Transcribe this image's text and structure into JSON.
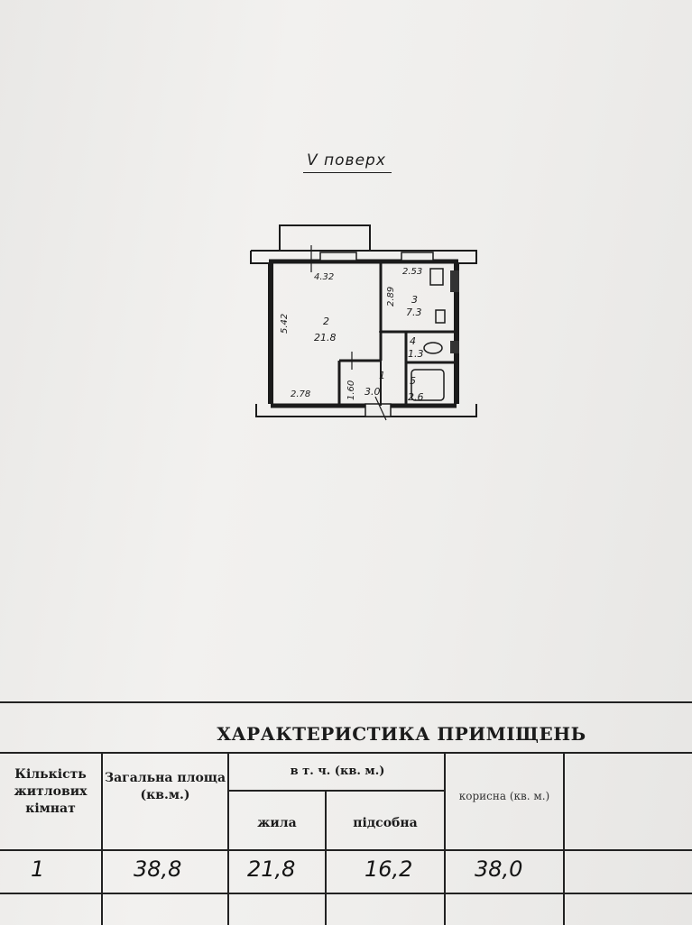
{
  "floor_label": "V поверх",
  "plan": {
    "rooms": [
      {
        "number": "2",
        "area": "21.8"
      },
      {
        "number": "3",
        "area": "7.3"
      },
      {
        "number": "4",
        "area": "1.3"
      },
      {
        "number": "5",
        "area": "2.6"
      },
      {
        "number": "1",
        "area": "3.0"
      }
    ],
    "dimensions": [
      "4.32",
      "5.42",
      "2.78",
      "2.53",
      "2.89",
      "1.60"
    ]
  },
  "table": {
    "title": "ХАРАКТЕРИСТИКА ПРИМІЩЕНЬ",
    "headers": {
      "rooms_count": "Кількість житлових кімнат",
      "total_area": "Загальна площа (кв.м.)",
      "including": "в т. ч. (кв. м.)",
      "living": "жила",
      "auxiliary": "підсобна",
      "useful": "корисна (кв. м.)"
    },
    "values": {
      "rooms_count": "1",
      "total_area": "38,8",
      "living": "21,8",
      "auxiliary": "16,2",
      "useful": "38,0"
    }
  }
}
